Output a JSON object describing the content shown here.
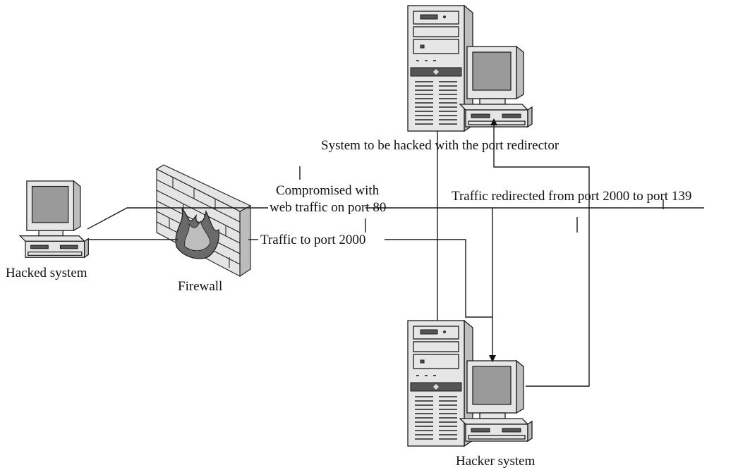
{
  "nodes": {
    "hacked_system": {
      "label": "Hacked system",
      "icon": "workstation-icon"
    },
    "firewall": {
      "label": "Firewall",
      "icon": "firewall-icon"
    },
    "target_system": {
      "label": "System to be hacked with the port redirector",
      "icon": "server-workstation-icon"
    },
    "hacker_system": {
      "label": "Hacker system",
      "icon": "server-workstation-icon"
    }
  },
  "edges": {
    "compromised_line1": "Compromised with",
    "compromised_line2": "web traffic on port 80",
    "traffic_2000": "Traffic to port 2000",
    "redirected": "Traffic redirected from port 2000 to port 139"
  }
}
